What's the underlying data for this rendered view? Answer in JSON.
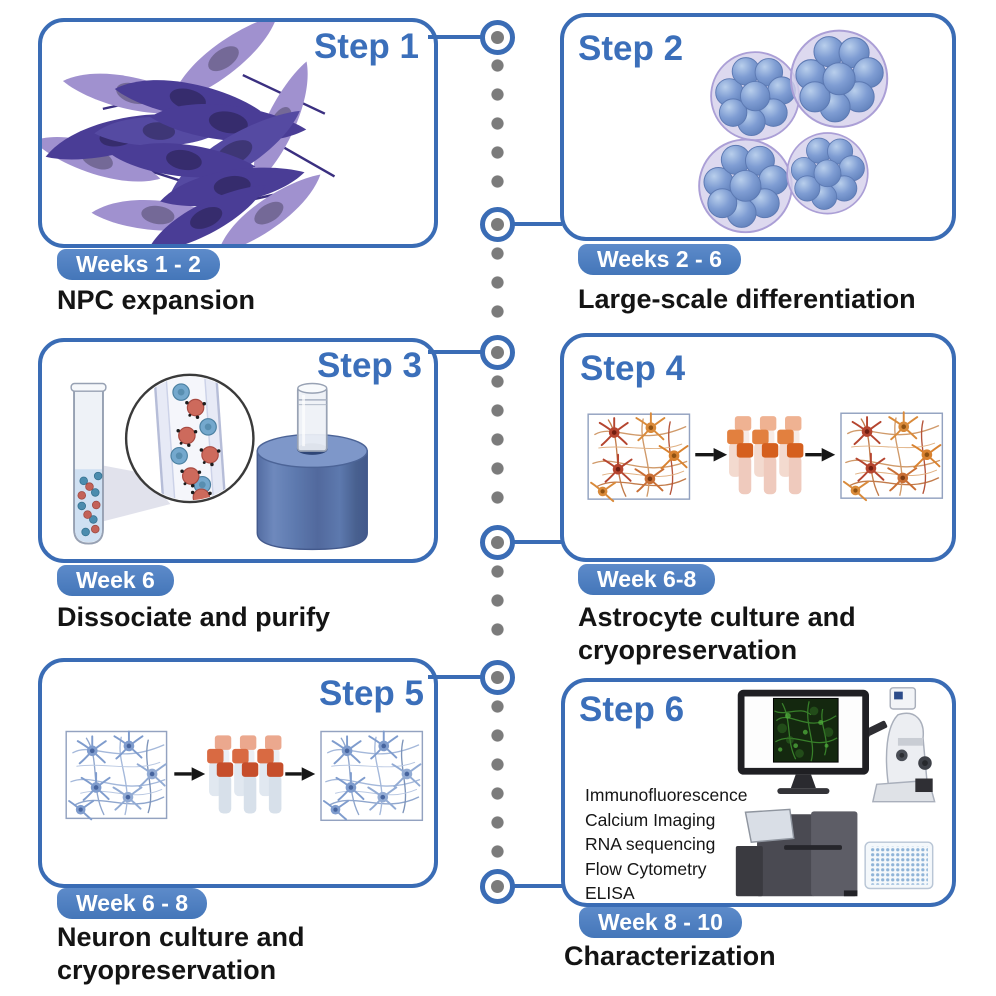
{
  "figure": {
    "accent_color": "#3a6cb5",
    "badge_color": "#4c7ec3",
    "dot_color": "#7b7b7b",
    "timeline_icon": "dotted-vertical-timeline"
  },
  "steps": [
    {
      "step_label": "Step 1",
      "week_label": "Weeks 1 - 2",
      "title": "NPC expansion",
      "illustration_icon": "purple-npc-cells"
    },
    {
      "step_label": "Step 2",
      "week_label": "Weeks 2 - 6",
      "title": "Large-scale differentiation",
      "illustration_icon": "neurosphere-clusters"
    },
    {
      "step_label": "Step 3",
      "week_label": "Week 6",
      "title": "Dissociate and purify",
      "illustration_icon": "test-tube-magnifier-magnet-column"
    },
    {
      "step_label": "Step 4",
      "week_label": "Week 6-8",
      "title": "Astrocyte culture and cryopreservation",
      "illustration_icon": "astrocytes-arrows-cryovial-rack"
    },
    {
      "step_label": "Step 5",
      "week_label": "Week 6 - 8",
      "title": "Neuron culture and cryopreservation",
      "illustration_icon": "neurons-arrows-cryovial-rack"
    },
    {
      "step_label": "Step 6",
      "week_label": "Week 8 - 10",
      "title": "Characterization",
      "illustration_icon": "monitor-microscope-sequencer-well-plate",
      "assays": [
        "Immunofluorescence",
        "Calcium Imaging",
        "RNA sequencing",
        "Flow Cytometry",
        "ELISA"
      ]
    }
  ]
}
